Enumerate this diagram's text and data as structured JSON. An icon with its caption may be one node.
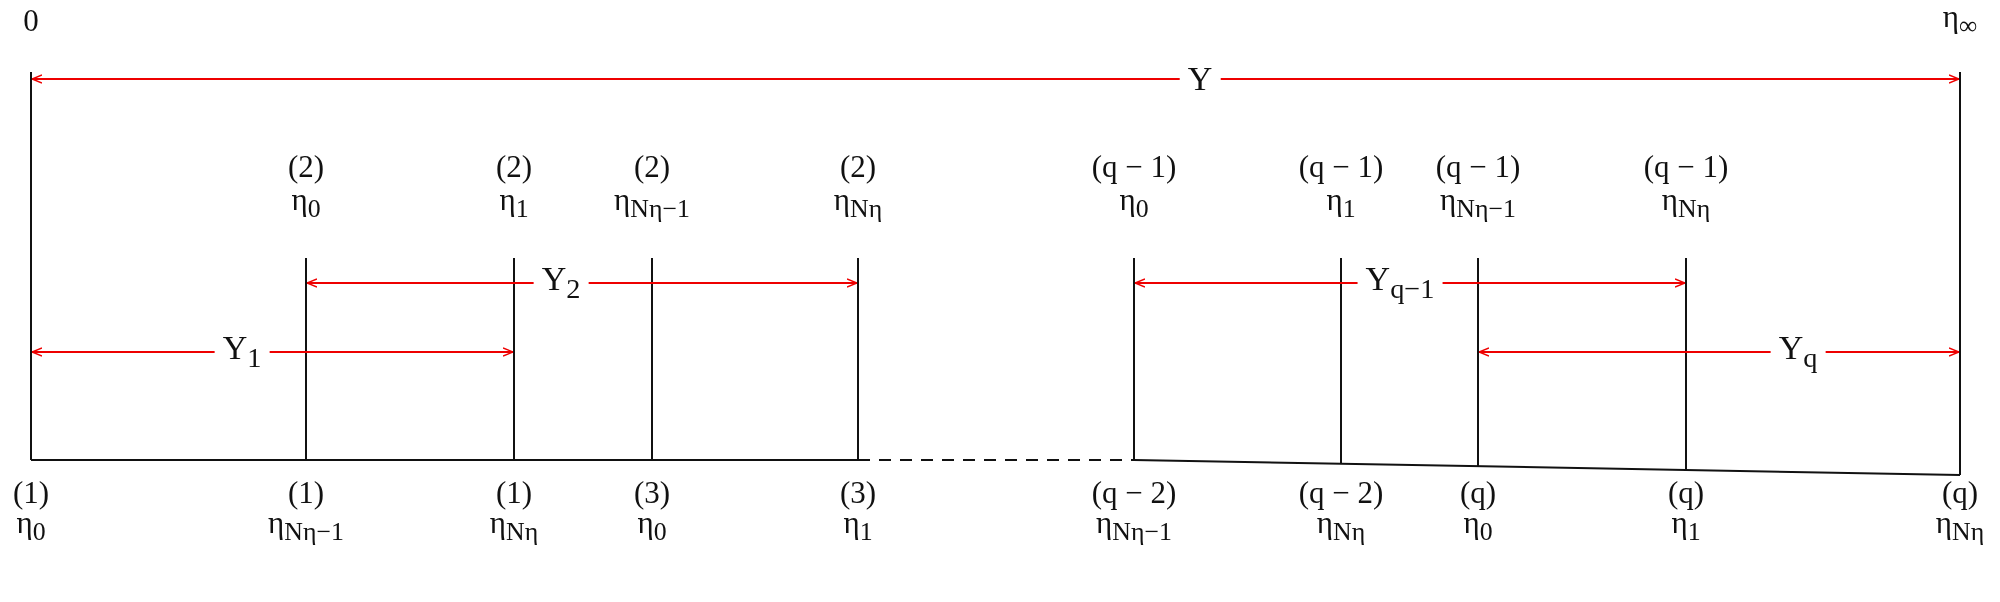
{
  "diagram": {
    "labels": [
      "0",
      "η$_{∞}$",
      "Υ",
      "(2)",
      "(2)",
      "(2)",
      "(2)",
      "(q − 1)",
      "(q − 1)",
      "(q − 1)",
      "(q − 1)",
      "η$_{0}$",
      "η$_{1}$",
      "η$_{Nη−1}$",
      "η$_{Nη}$",
      "η$_{0}$",
      "η$_{1}$",
      "η$_{Nη−1}$",
      "η$_{Nη}$",
      "Υ$_{2}$",
      "Υ$_{q−1}$",
      "Υ$_{1}$",
      "Υ$_{q}$",
      "(1)",
      "(1)",
      "(1)",
      "(3)",
      "(3)",
      "(q − 2)",
      "(q − 2)",
      "(q)",
      "(q)",
      "(q)",
      "η$_{0}$",
      "η$_{Nη−1}$",
      "η$_{Nη}$",
      "η$_{0}$",
      "η$_{1}$",
      "η$_{Nη−1}$",
      "η$_{Nη}$",
      "η$_{0}$",
      "η$_{1}$",
      "η$_{Nη}$"
    ]
  }
}
